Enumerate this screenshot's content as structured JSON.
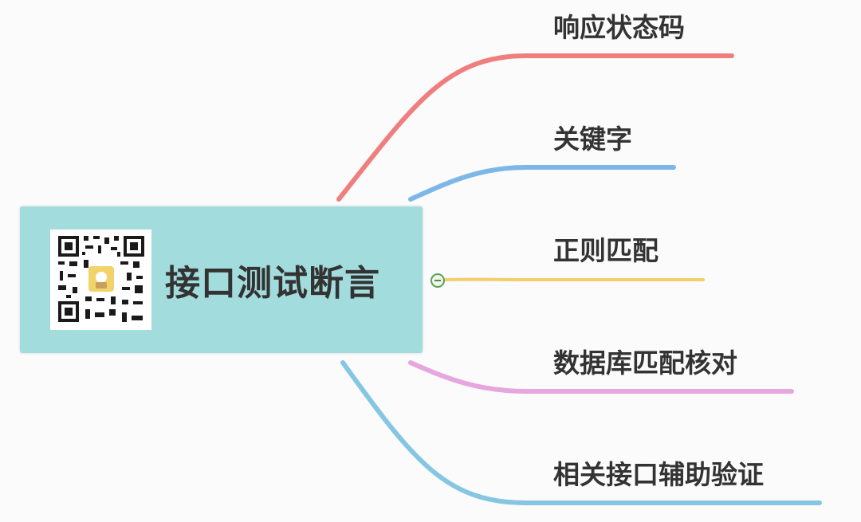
{
  "root": {
    "title": "接口测试断言"
  },
  "branches": [
    {
      "label": "响应状态码",
      "color": "#ef7f7f"
    },
    {
      "label": "关键字",
      "color": "#7db7e8"
    },
    {
      "label": "正则匹配",
      "color": "#f3ce6c"
    },
    {
      "label": "数据库匹配核对",
      "color": "#e6a6de"
    },
    {
      "label": "相关接口辅助验证",
      "color": "#86c6e2"
    }
  ],
  "collapse_control": {
    "icon": "minus-circle-icon",
    "state": "expanded"
  }
}
